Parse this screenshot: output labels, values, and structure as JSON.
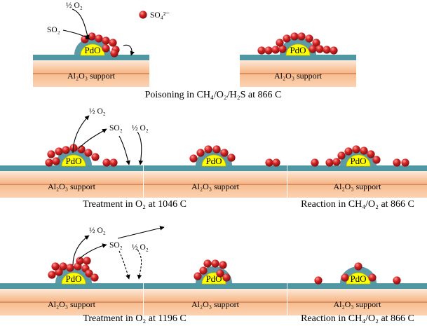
{
  "legend": {
    "sulfate": "SO₄²⁻"
  },
  "panel": {
    "support": "Al₂O₃ support",
    "pdo": "PdO"
  },
  "chem": {
    "so2": "SO₂",
    "half_o2": "½ O₂"
  },
  "captions": {
    "poisoning": "Poisoning in CH₄/O₂/H₂S at 866 C",
    "treatment_1046": "Treatment in O₂ at 1046 C",
    "reaction_row2": "Reaction in CH₄/O₂ at 866 C",
    "treatment_1196": "Treatment in O₂ at 1196 C",
    "reaction_row3": "Reaction in CH₄/O₂ at 866 C"
  },
  "colors": {
    "support_gradient": [
      "#fde9d9",
      "#f7b98a",
      "#fbd3b3"
    ],
    "support_stripe": "#d99066",
    "washcoat": "#4f97a3",
    "dome": "#5b9aa6",
    "pdo_fill": "#ffff00",
    "sulfate": "#cc1f1f"
  }
}
